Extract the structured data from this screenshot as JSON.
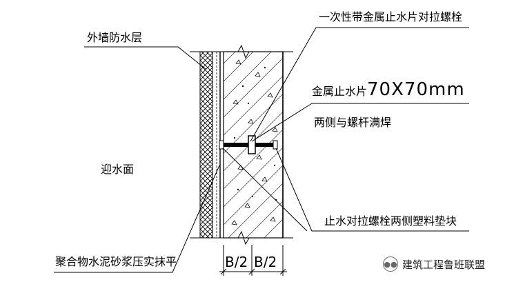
{
  "labels": {
    "outer_waterproof": "外墙防水层",
    "bolt_title": "一次性带金属止水片对拉螺栓",
    "plate_prefix": "金属止水片",
    "plate_size": "70X70mm",
    "weld": "两侧与螺杆满焊",
    "water_face": "迎水面",
    "pad": "止水对拉螺栓两侧塑料垫块",
    "mortar": "聚合物水泥砂浆压实抹平",
    "dim_left": "B/2",
    "dim_right": "B/2"
  },
  "watermark": {
    "text": "建筑工程鲁班联盟",
    "icon": "wechat-icon"
  },
  "colors": {
    "line": "#000000",
    "background": "#ffffff"
  }
}
